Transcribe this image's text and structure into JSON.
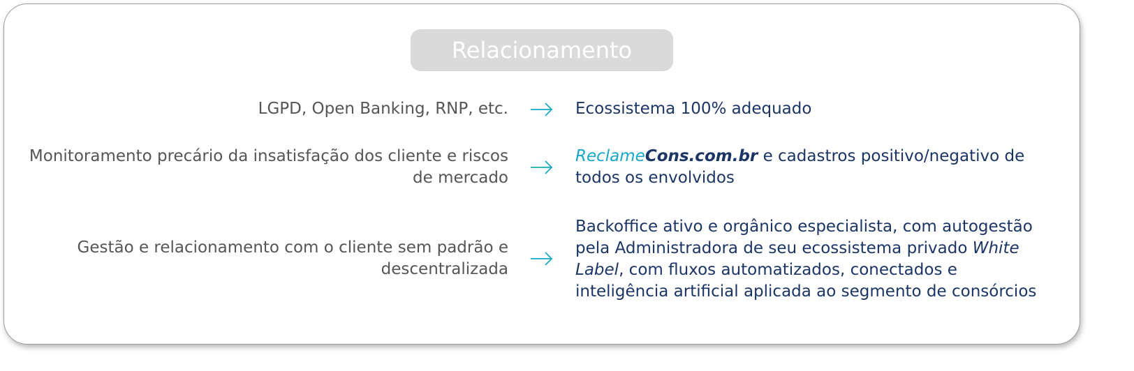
{
  "header": {
    "title": "Relacionamento"
  },
  "rows": [
    {
      "left": "LGPD, Open Banking, RNP, etc.",
      "right": "Ecossistema 100% adequado"
    },
    {
      "left_line1": "Monitoramento precário da insatisfação dos cliente e riscos",
      "left_line2": "de mercado",
      "right_brand_part1": "Reclame",
      "right_brand_part2": "Cons.com.br",
      "right_rest_line1": " e cadastros positivo/negativo de",
      "right_line2": "todos os envolvidos"
    },
    {
      "left_line1": "Gestão e relacionamento com o cliente sem padrão e",
      "left_line2": "descentralizada",
      "right_line1": "Backoffice ativo e orgânico especialista, com autogestão",
      "right_line2_start": "pela Administradora de seu ecossistema privado ",
      "right_line2_italic": "White",
      "right_line3_italic": "Label",
      "right_line3_rest": ", com fluxos automatizados, conectados e",
      "right_line4": "inteligência artificial aplicada ao segmento de consórcios"
    }
  ],
  "colors": {
    "left_text": "#555555",
    "right_text": "#1b3566",
    "accent": "#17a8c9",
    "pill_bg": "#dadada"
  },
  "icons": {
    "arrow": "arrow-right-icon"
  }
}
